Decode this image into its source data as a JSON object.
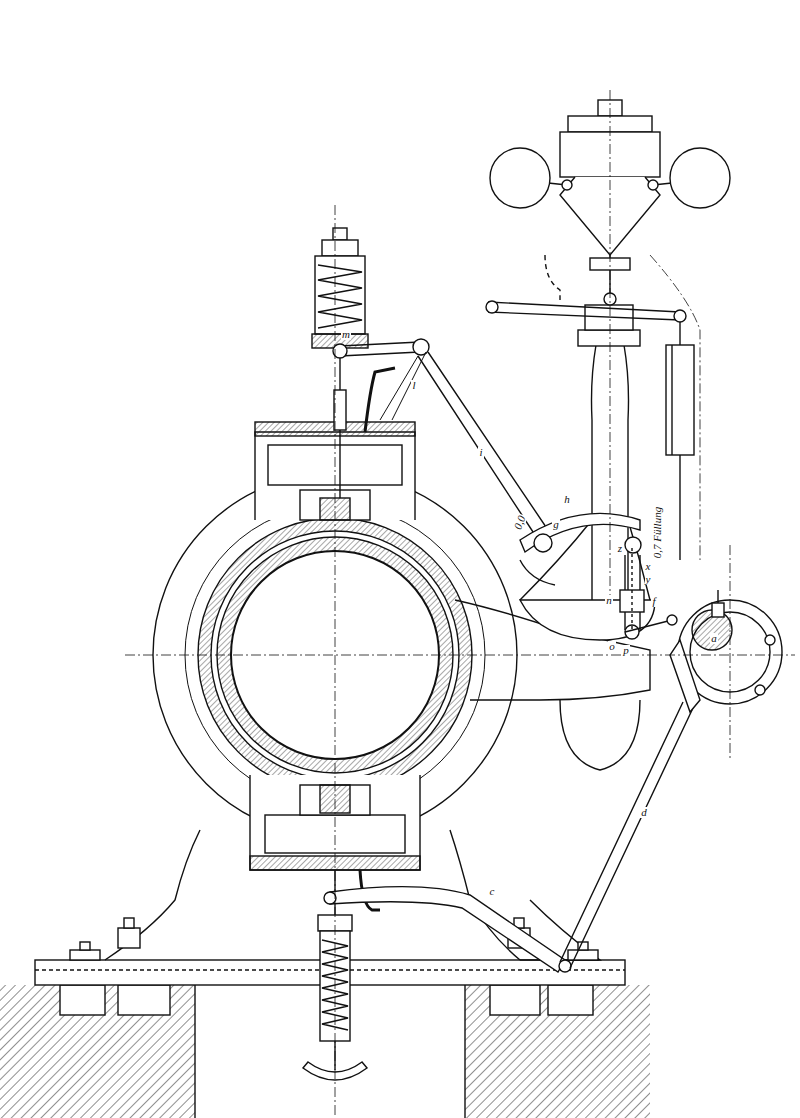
{
  "diagram": {
    "labels": [
      "m",
      "l",
      "i",
      "h",
      "g",
      "0,0",
      "0,7 Füllung",
      "z",
      "x",
      "y",
      "n",
      "f",
      "o",
      "p",
      "a",
      "d",
      "c"
    ]
  }
}
